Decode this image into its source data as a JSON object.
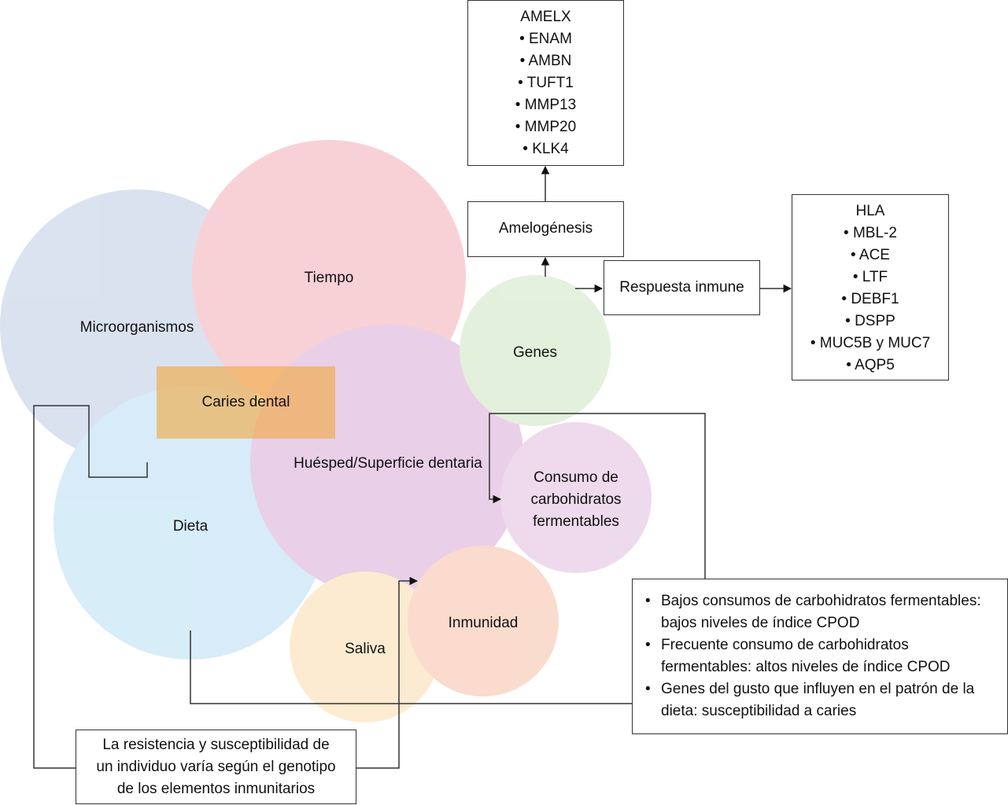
{
  "circles": {
    "microorganismos": {
      "label": "Microorganismos",
      "color": "#c5d0e6"
    },
    "tiempo": {
      "label": "Tiempo",
      "color": "#f4b5bd"
    },
    "dieta": {
      "label": "Dieta",
      "color": "#bfe2f4"
    },
    "huesped": {
      "label": "Huésped/Superficie dentaria",
      "color": "#dcb3da"
    },
    "genes": {
      "label": "Genes",
      "color": "#d3e8c8"
    },
    "consumo": {
      "label_lines": [
        "Consumo de",
        "carbohidratos",
        "fermentables"
      ],
      "color": "#e4c4e2"
    },
    "saliva": {
      "label": "Saliva",
      "color": "#fbe0b4"
    },
    "inmunidad": {
      "label": "Inmunidad",
      "color": "#f7c6b0"
    }
  },
  "caries_label": "Caries dental",
  "caries_color": "#f1a63b",
  "amelx_box": {
    "items": [
      "AMELX",
      "• ENAM",
      "• AMBN",
      "• TUFT1",
      "• MMP13",
      "• MMP20",
      "• KLK4"
    ]
  },
  "amelogenesis_box": {
    "label": "Amelogénesis"
  },
  "respuesta_box": {
    "label": "Respuesta inmune"
  },
  "hla_box": {
    "items": [
      "HLA",
      "• MBL-2",
      "• ACE",
      "• LTF",
      "• DEBF1",
      "• DSPP",
      "• MUC5B y MUC7",
      "• AQP5"
    ]
  },
  "diet_notes": {
    "items": [
      "Bajos consumos de carbohidratos fermentables: bajos niveles de índice CPOD",
      "Frecuente consumo de carbohidratos fermentables: altos niveles de índice CPOD",
      "Genes del gusto que influyen en el patrón de la dieta: susceptibilidad a caries"
    ]
  },
  "resistance_box": {
    "lines": [
      "La resistencia y susceptibilidad de",
      "un individuo varía según el genotipo",
      "de los elementos inmunitarios"
    ]
  }
}
